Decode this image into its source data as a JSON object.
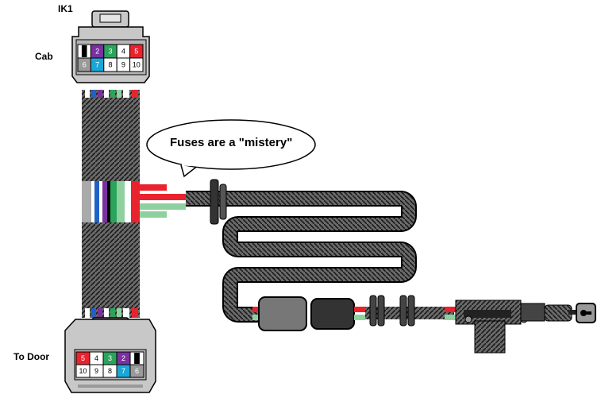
{
  "labels": {
    "connector_id": "IK1",
    "cab": "Cab",
    "to_door": "To Door",
    "callout": "Fuses are a \"mistery\""
  },
  "colors": {
    "red": "#e8232e",
    "purple": "#7b2fa0",
    "green": "#2aa45a",
    "light_green": "#8fd19e",
    "blue": "#1e62c8",
    "cyan": "#19a7d8",
    "gray": "#9a9a9a",
    "white": "#ffffff",
    "black": "#000000",
    "connector_body": "#c8c8c8",
    "harness": "#555555"
  },
  "connectors": {
    "cab": {
      "pins": [
        {
          "n": "1",
          "color": "white-black"
        },
        {
          "n": "2",
          "color": "purple"
        },
        {
          "n": "3",
          "color": "green"
        },
        {
          "n": "4",
          "color": "white"
        },
        {
          "n": "5",
          "color": "red"
        },
        {
          "n": "6",
          "color": "gray"
        },
        {
          "n": "7",
          "color": "cyan"
        },
        {
          "n": "8",
          "color": "white"
        },
        {
          "n": "9",
          "color": "white"
        },
        {
          "n": "10",
          "color": "white"
        }
      ]
    },
    "door": {
      "pins": [
        {
          "n": "5",
          "color": "red"
        },
        {
          "n": "4",
          "color": "white"
        },
        {
          "n": "3",
          "color": "green"
        },
        {
          "n": "2",
          "color": "purple"
        },
        {
          "n": "1",
          "color": "white-black"
        },
        {
          "n": "10",
          "color": "white"
        },
        {
          "n": "9",
          "color": "white"
        },
        {
          "n": "8",
          "color": "white"
        },
        {
          "n": "7",
          "color": "cyan"
        },
        {
          "n": "6",
          "color": "gray"
        }
      ]
    }
  },
  "icons": {
    "actuator": "door-lock-actuator-icon",
    "lock_tip": "key-lock-icon"
  }
}
